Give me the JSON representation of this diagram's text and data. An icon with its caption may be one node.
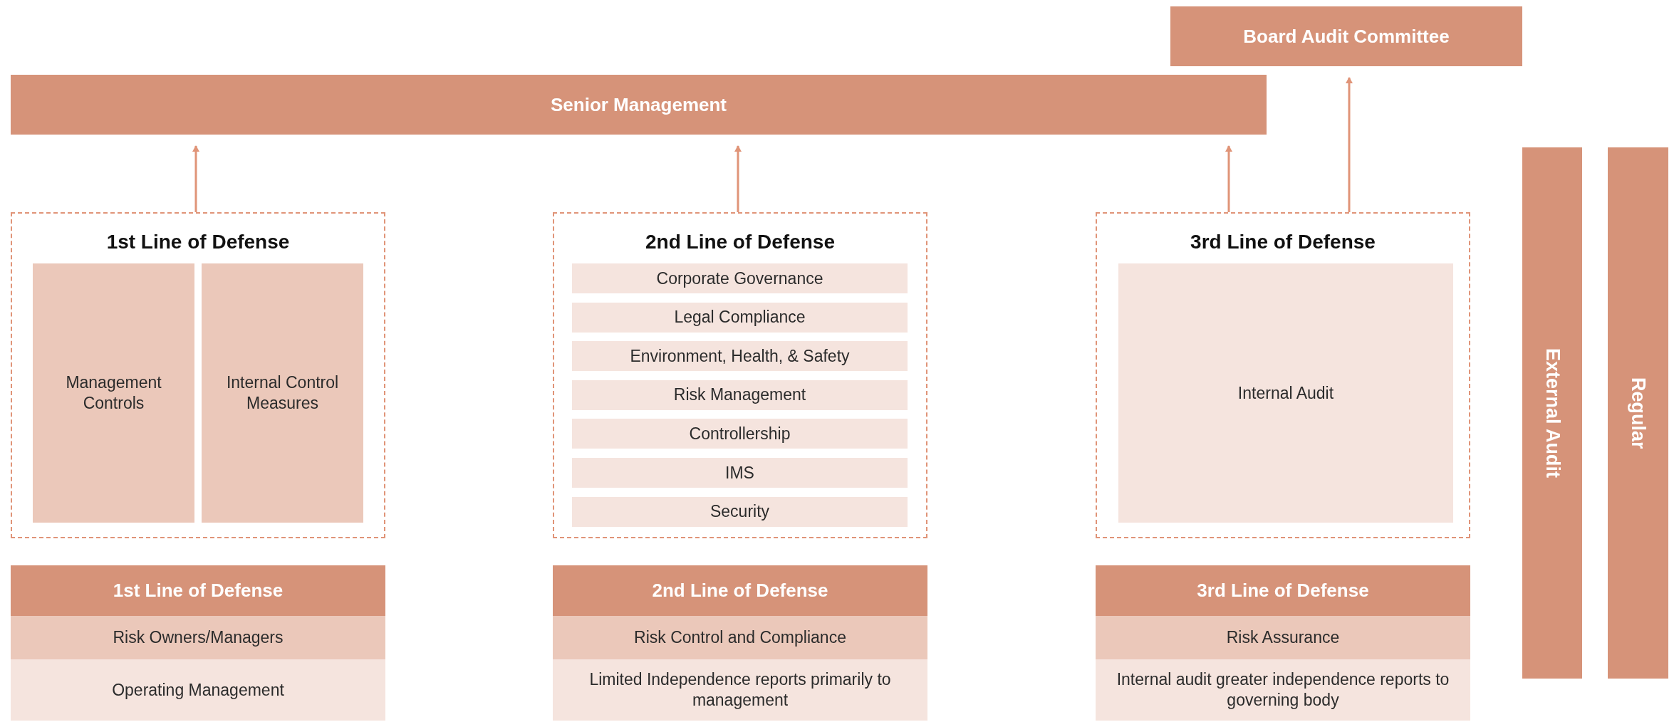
{
  "diagram": {
    "nodes": [
      {
        "text": [
          "Board Audit Committee"
        ]
      },
      {
        "text": [
          "Senior Management"
        ]
      },
      {
        "text": [
          "1st Line of Defense"
        ]
      },
      {
        "text": [
          "Management Controls"
        ],
        "in": 2
      },
      {
        "text": [
          "Internal Control Measures"
        ],
        "in": 2
      },
      {
        "text": [
          "2nd Line of Defense"
        ]
      },
      {
        "text": [
          "Corporate Governance"
        ],
        "in": 5
      },
      {
        "text": [
          "Legal Compliance"
        ],
        "in": 5
      },
      {
        "text": [
          "Environment, Health, & Safety"
        ],
        "in": 5
      },
      {
        "text": [
          "Risk Management"
        ],
        "in": 5
      },
      {
        "text": [
          "Controllership"
        ],
        "in": 5
      },
      {
        "text": [
          "IMS"
        ],
        "in": 5
      },
      {
        "text": [
          "Security"
        ],
        "in": 5
      },
      {
        "text": [
          "3rd Line of Defense"
        ]
      },
      {
        "text": [
          "Internal Audit"
        ],
        "in": 13
      },
      {
        "text": [
          "External Audit"
        ]
      },
      {
        "text": [
          "Regular"
        ]
      },
      {
        "text": [
          "1st Line of Defense"
        ]
      },
      {
        "text": [
          "Risk Owners/Managers"
        ]
      },
      {
        "text": [
          "Operating Management"
        ]
      },
      {
        "text": [
          "2nd Line of Defense"
        ]
      },
      {
        "text": [
          "Risk Control and Compliance"
        ]
      },
      {
        "text": [
          "Limited Independence reports primarily to management"
        ]
      },
      {
        "text": [
          "3rd Line of Defense"
        ]
      },
      {
        "text": [
          "Risk Assurance"
        ]
      },
      {
        "text": [
          "Internal audit greater independence reports to governing body"
        ]
      }
    ],
    "edges": [
      {
        "from": 2,
        "to": 1,
        "arrow": "to"
      },
      {
        "from": 5,
        "to": 1,
        "arrow": "to"
      },
      {
        "from": 13,
        "to": 1,
        "arrow": "to"
      },
      {
        "from": 13,
        "to": 0,
        "arrow": "to"
      }
    ]
  }
}
